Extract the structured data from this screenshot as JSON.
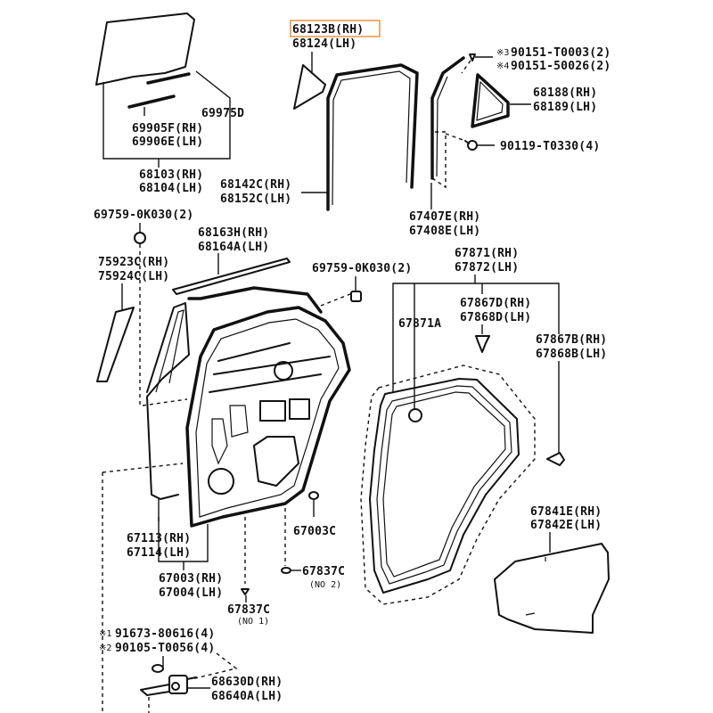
{
  "title": "Rear Door Parts Diagram",
  "highlight_color": "#e07b1a",
  "labels": {
    "rear_glass_run_assy": "68103(RH)",
    "rear_glass_run_assy_lh": "68104(LH)",
    "glass_seal_clip": "69975D",
    "weatherstrip_belt_rh": "69905F(RH)",
    "weatherstrip_belt_lh": "69906E(LH)",
    "quarter_glass_rh": "68123B(RH)",
    "quarter_glass_lh": "68124(LH)",
    "run_channel_rh": "68142C(RH)",
    "run_channel_lh": "68152C(LH)",
    "screw_3": "90151-T0003(2)",
    "screw_3_prefix": "※3",
    "screw_4": "90151-50026(2)",
    "screw_4_prefix": "※4",
    "quarter_window_rh": "68188(RH)",
    "quarter_window_lh": "68189(LH)",
    "bolt_90119": "90119-T0330(4)",
    "division_bar_rh": "67407E(RH)",
    "division_bar_lh": "67408E(LH)",
    "cushion_left": "69759-0K030(2)",
    "belt_molding_rh": "68163H(RH)",
    "belt_molding_lh": "68164A(LH)",
    "garnish_rh": "75923C(RH)",
    "garnish_lh": "75924C(LH)",
    "cushion_right": "69759-0K030(2)",
    "weatherstrip_rh": "67871(RH)",
    "weatherstrip_lh": "67872(LH)",
    "weatherstrip_sub": "67871A",
    "clip_d_rh": "67867D(RH)",
    "clip_d_lh": "67868D(LH)",
    "clip_b_rh": "67867B(RH)",
    "clip_b_lh": "67868B(LH)",
    "hole_cover_rh": "67841E(RH)",
    "hole_cover_lh": "67842E(LH)",
    "door_panel_rh": "67113(RH)",
    "door_panel_lh": "67114(LH)",
    "hole_plug_67003c": "67003C",
    "door_assy_rh": "67003(RH)",
    "door_assy_lh": "67004(LH)",
    "plug_no2": "67837C",
    "plug_no2_sub": "(NO 2)",
    "plug_no1": "67837C",
    "plug_no1_sub": "(NO 1)",
    "bolt_1_prefix": "※1",
    "bolt_1": "91673-80616(4)",
    "bolt_2_prefix": "※2",
    "bolt_2": "90105-T0056(4)",
    "hinge_rh": "68630D(RH)",
    "hinge_lh": "68640A(LH)"
  }
}
